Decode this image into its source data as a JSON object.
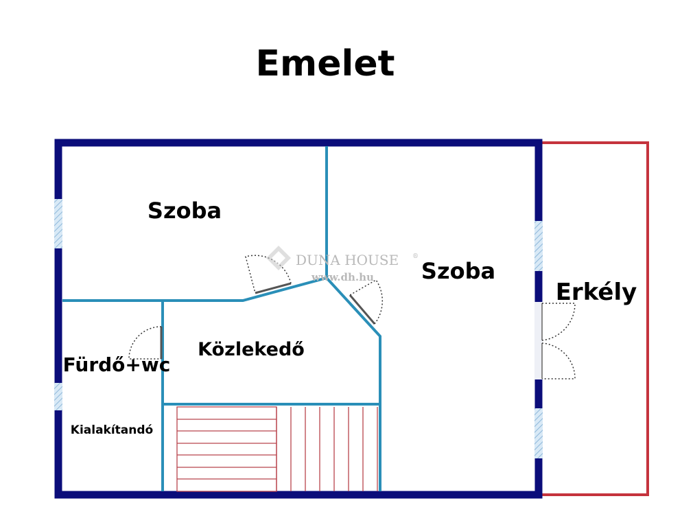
{
  "title": "Emelet",
  "rooms": {
    "szoba_1": "Szoba",
    "szoba_2": "Szoba",
    "erkely": "Erkély",
    "furdo": "Fürdő+wc",
    "kozlekedo": "Közlekedő",
    "kialakitando": "Kialakítandó"
  },
  "watermark": {
    "brand": "DUNA HOUSE",
    "registered": "®",
    "url": "www.dh.hu"
  },
  "colors": {
    "outer_wall": "#0b0d7a",
    "inner_wall": "#2a8fb8",
    "balcony": "#c5333d",
    "stairs": "#b8434c",
    "window": "#b9d6ec"
  }
}
